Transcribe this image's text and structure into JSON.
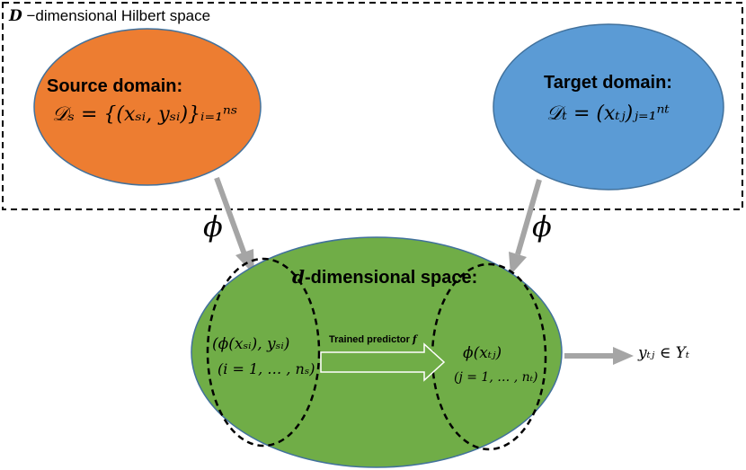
{
  "hilbert_box": {
    "title_symbol": "D",
    "title_text": " −dimensional Hilbert space"
  },
  "source": {
    "title": "Source domain:",
    "formula": "𝒟ₛ = {(xₛᵢ, yₛᵢ)}ᵢ₌₁ⁿˢ",
    "color": "#ED7D31"
  },
  "target": {
    "title": "Target domain:",
    "formula": "𝒟ₜ = (xₜⱼ)ⱼ₌₁ⁿᵗ",
    "color": "#5B9BD5"
  },
  "mapping": {
    "left_phi": "ϕ",
    "right_phi": "ϕ"
  },
  "low_space": {
    "title_symbol": "d",
    "title_text": "-dimensional space:",
    "color": "#70AD47",
    "left_set_line1": "(ϕ(xₛᵢ), yₛᵢ)",
    "left_set_line2": "(i = 1, … , nₛ)",
    "predictor_label": "Trained predictor",
    "predictor_symbol": "f",
    "right_set_line1": "ϕ(xₜⱼ)",
    "right_set_line2": "(j = 1, … , nₜ)"
  },
  "output": {
    "label": "yₜⱼ ∈ Yₜ"
  }
}
